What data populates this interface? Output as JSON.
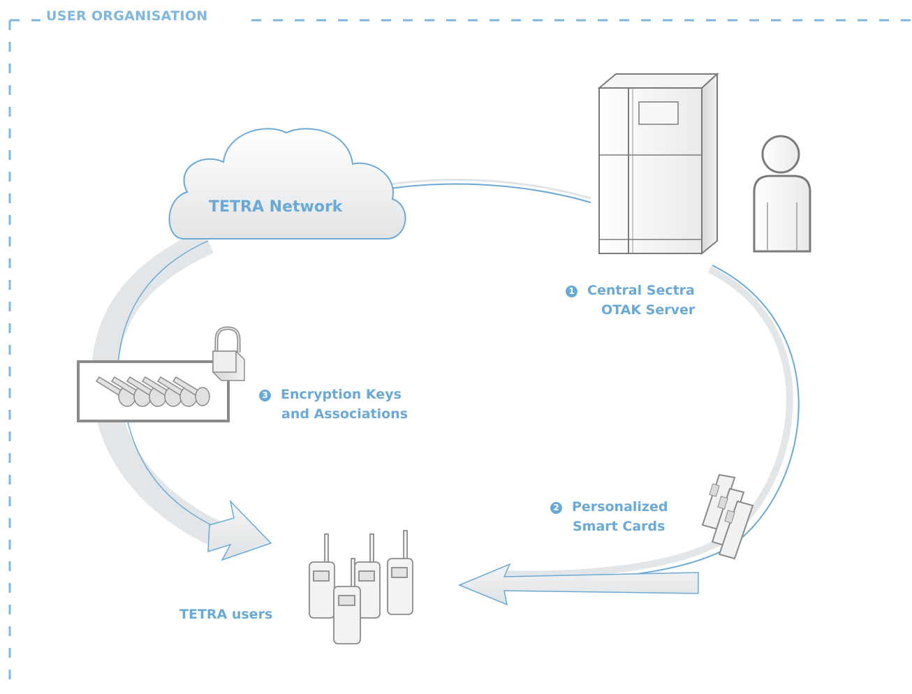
{
  "organisation": {
    "title": "USER ORGANISATION"
  },
  "network": {
    "label": "TETRA Network"
  },
  "steps": [
    {
      "number": "1",
      "line1": "Central Sectra",
      "line2": "OTAK Server"
    },
    {
      "number": "2",
      "line1": "Personalized",
      "line2": "Smart Cards"
    },
    {
      "number": "3",
      "line1": "Encryption Keys",
      "line2": "and Associations"
    }
  ],
  "users": {
    "label": "TETRA users"
  },
  "colors": {
    "accent": "#6aa9d6",
    "frame": "#7fb6dd",
    "outline": "#8a8a8a",
    "arrow": "#e6e9eb"
  }
}
